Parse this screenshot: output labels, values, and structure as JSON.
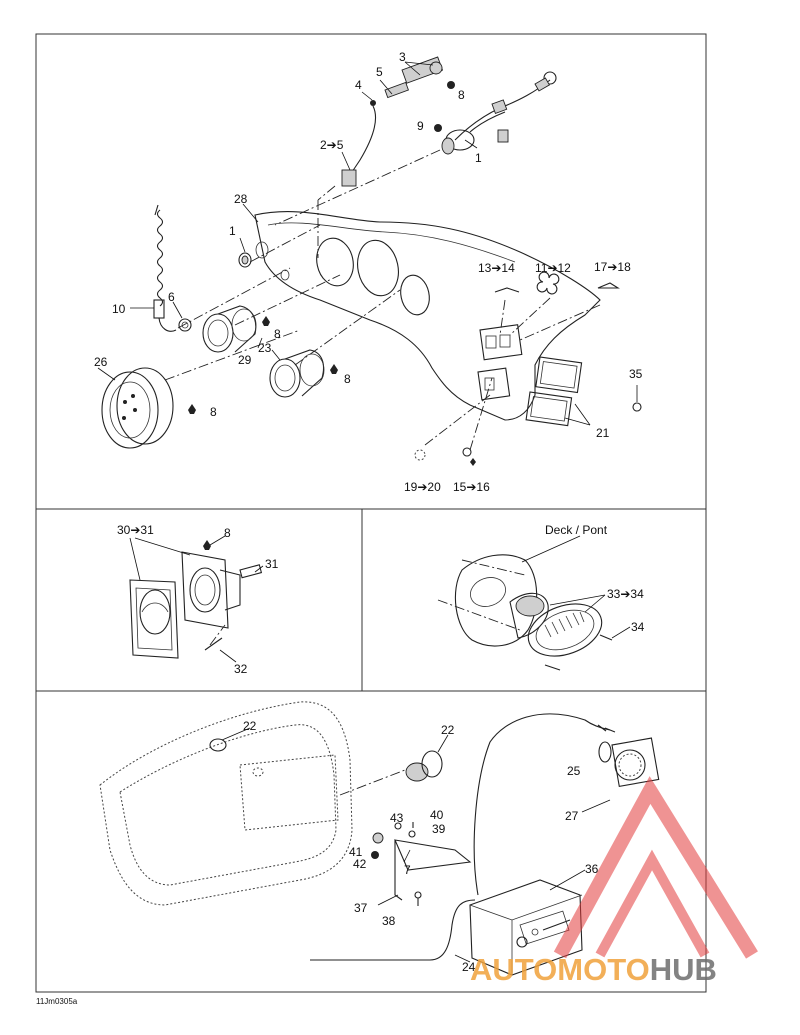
{
  "callouts": {
    "c1a": "1",
    "c1b": "1",
    "c2_5": "2➔5",
    "c3": "3",
    "c4": "4",
    "c5": "5",
    "c6": "6",
    "c8a": "8",
    "c8b": "8",
    "c8c": "8",
    "c8d": "8",
    "c8e": "8",
    "c9": "9",
    "c10": "10",
    "c11_12": "11➔12",
    "c13_14": "13➔14",
    "c15_16": "15➔16",
    "c17_18": "17➔18",
    "c19_20": "19➔20",
    "c21": "21",
    "c23": "23",
    "c26": "26",
    "c28": "28",
    "c29": "29",
    "c35": "35",
    "c30_31": "30➔31",
    "c31": "31",
    "c32": "32",
    "c33_34": "33➔34",
    "c34": "34",
    "deck": "Deck / Pont",
    "c22a": "22",
    "c22b": "22",
    "c24": "24",
    "c25": "25",
    "c27": "27",
    "c36": "36",
    "c37": "37",
    "c38": "38",
    "c39": "39",
    "c40": "40",
    "c41": "41",
    "c42": "42",
    "c43": "43",
    "c7": "7"
  },
  "doc_code": "11Jm0305a",
  "watermark": {
    "auto": "AUTOMOTO",
    "hub": "HUB"
  },
  "colors": {
    "watermark_red": "#e23b3b",
    "watermark_orange": "#f0a23c",
    "watermark_grey": "#6e6e6e"
  }
}
